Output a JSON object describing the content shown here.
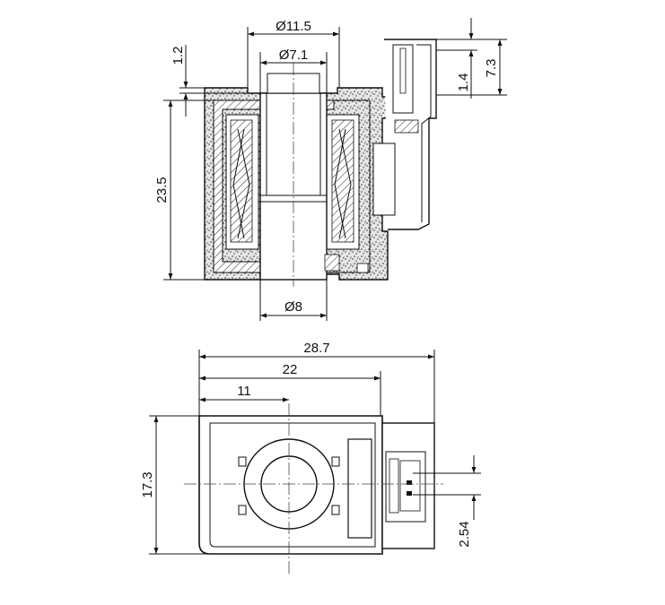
{
  "dimensions": {
    "top_view": {
      "outer_diameter": "Ø11.5",
      "bore_diameter": "Ø7.1",
      "bottom_diameter": "Ø8",
      "top_offset": "1.2",
      "overall_height": "23.5",
      "terminal_step": "1.4",
      "terminal_height": "7.3"
    },
    "bottom_view": {
      "overall_length": "28.7",
      "body_length": "22",
      "center_offset": "11",
      "body_height": "17.3",
      "pin_pitch": "2.54"
    }
  }
}
